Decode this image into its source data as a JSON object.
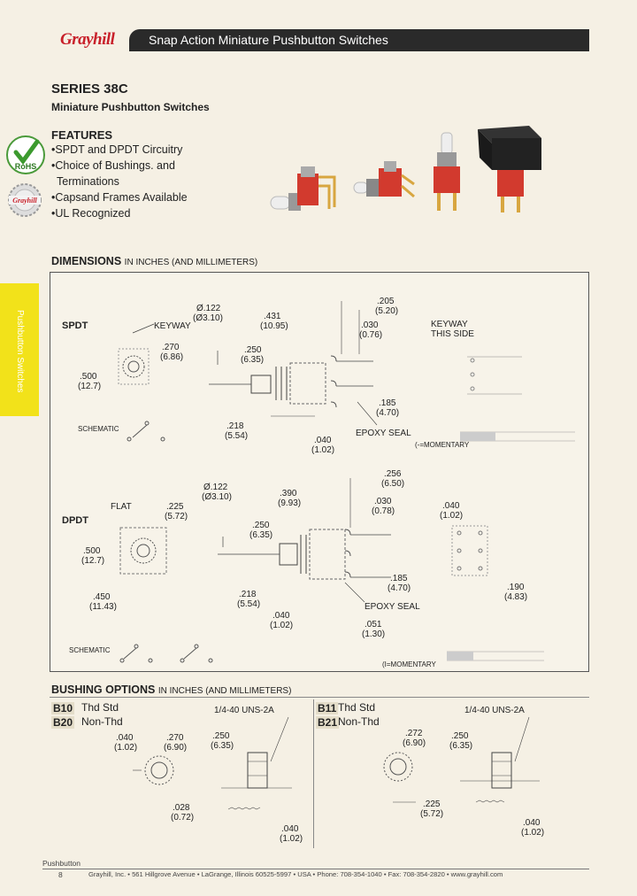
{
  "header": {
    "logo": "Grayhill",
    "title": "Snap Action Miniature Pushbutton Switches"
  },
  "series": "SERIES 38C",
  "subtitle": "Miniature Pushbutton Switches",
  "features": {
    "heading": "FEATURES",
    "items": [
      "SPDT and DPDT Circuitry",
      "Choice of Bushings. and",
      "Terminations",
      "Capsand Frames Available",
      "UL Recognized"
    ]
  },
  "badges": {
    "rohs": "RoHS",
    "grayhill": "Grayhill"
  },
  "side_tab": "Pushbutton Switches",
  "dimensions": {
    "heading": "DIMENSIONS",
    "units": "IN INCHES (AND MILLIMETERS)",
    "spdt": {
      "label": "SPDT",
      "keyway": "KEYWAY",
      "d1": ".270",
      "d1mm": "(6.86)",
      "d2": ".500",
      "d2mm": "(12.7)",
      "dia": "Ø.122",
      "diamm": "(Ø3.10)",
      "d3": ".431",
      "d3mm": "(10.95)",
      "d4": ".250",
      "d4mm": "(6.35)",
      "d5": ".205",
      "d5mm": "(5.20)",
      "d6": ".030",
      "d6mm": "(0.76)",
      "d7": ".185",
      "d7mm": "(4.70)",
      "d8": ".218",
      "d8mm": "(5.54)",
      "d9": ".040",
      "d9mm": "(1.02)",
      "epoxy": "EPOXY SEAL",
      "schematic": "SCHEMATIC",
      "keyway_side": "KEYWAY",
      "this_side": "THIS SIDE",
      "momentary": "(-=MOMENTARY"
    },
    "dpdt": {
      "label": "DPDT",
      "flat": "FLAT",
      "d1": ".225",
      "d1mm": "(5.72)",
      "d2": ".500",
      "d2mm": "(12.7)",
      "d3": ".450",
      "d3mm": "(11.43)",
      "dia": "Ø.122",
      "diamm": "(Ø3.10)",
      "d4": ".390",
      "d4mm": "(9.93)",
      "d5": ".250",
      "d5mm": "(6.35)",
      "d6": ".256",
      "d6mm": "(6.50)",
      "d7": ".030",
      "d7mm": "(0.78)",
      "d8": ".040",
      "d8mm": "(1.02)",
      "d9": ".185",
      "d9mm": "(4.70)",
      "d10": ".190",
      "d10mm": "(4.83)",
      "d11": ".218",
      "d11mm": "(5.54)",
      "d12": ".040",
      "d12mm": "(1.02)",
      "d13": ".051",
      "d13mm": "(1.30)",
      "epoxy": "EPOXY SEAL",
      "schematic": "SCHEMATIC",
      "momentary": "(I=MOMENTARY"
    }
  },
  "bushing": {
    "heading": "BUSHING OPTIONS",
    "units": "IN INCHES (AND MILLIMETERS)",
    "left": {
      "c1": "B10",
      "t1": "Thd Std",
      "c2": "B20",
      "t2": "Non-Thd",
      "thread": "1/4-40 UNS-2A",
      "a": ".040",
      "amm": "(1.02)",
      "b": ".270",
      "bmm": "(6.90)",
      "c": ".250",
      "cmm": "(6.35)",
      "d": ".028",
      "dmm": "(0.72)",
      "e": ".040",
      "emm": "(1.02)"
    },
    "right": {
      "c1": "B11",
      "t1": "Thd Std",
      "c2": "B21",
      "t2": "Non-Thd",
      "thread": "1/4-40 UNS-2A",
      "a": ".272",
      "amm": "(6.90)",
      "b": ".250",
      "bmm": "(6.35)",
      "c": ".225",
      "cmm": "(5.72)",
      "d": ".040",
      "dmm": "(1.02)"
    }
  },
  "footer": {
    "section": "Pushbutton",
    "page": "8",
    "address": "Grayhill, Inc. • 561 Hillgrove Avenue • LaGrange, Illinois  60525-5997 • USA • Phone: 708-354-1040 • Fax: 708-354-2820 • www.grayhill.com"
  },
  "colors": {
    "accent_red": "#c8202a",
    "tab_yellow": "#f2e21a",
    "titlebar": "#2a2a2a",
    "paper": "#f5f0e4"
  }
}
